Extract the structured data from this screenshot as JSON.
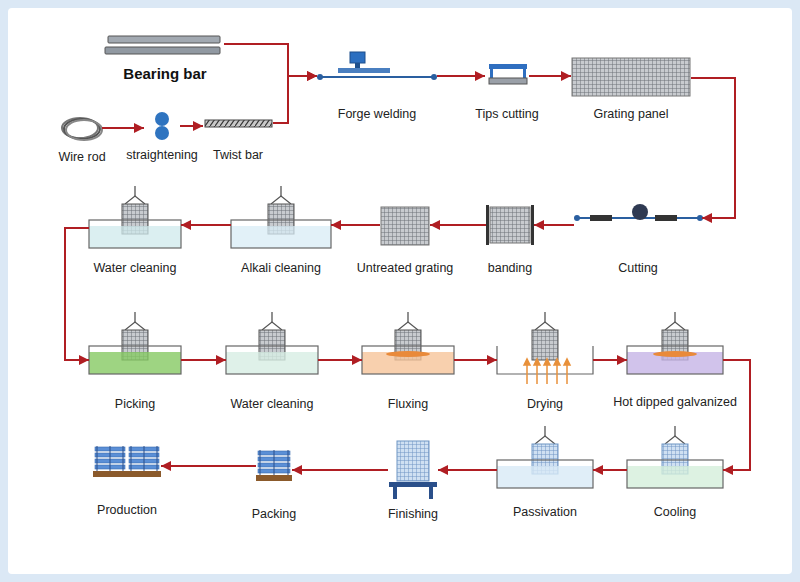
{
  "diagram": {
    "nodes": [
      {
        "text": [
          "Bearing bar"
        ]
      },
      {
        "text": [
          "Wire rod"
        ]
      },
      {
        "text": [
          "straightening"
        ]
      },
      {
        "text": [
          "Twist bar"
        ]
      },
      {
        "text": [
          "Forge welding"
        ]
      },
      {
        "text": [
          "Tips cutting"
        ]
      },
      {
        "text": [
          "Grating panel"
        ]
      },
      {
        "text": [
          "Cutting"
        ]
      },
      {
        "text": [
          "banding"
        ]
      },
      {
        "text": [
          "Untreated grating"
        ]
      },
      {
        "text": [
          "Alkali cleaning"
        ]
      },
      {
        "text": [
          "Water cleaning"
        ]
      },
      {
        "text": [
          "Picking"
        ]
      },
      {
        "text": [
          "Water cleaning"
        ]
      },
      {
        "text": [
          "Fluxing"
        ]
      },
      {
        "text": [
          "Drying"
        ]
      },
      {
        "text": [
          "Hot dipped galvanized"
        ]
      },
      {
        "text": [
          "Cooling"
        ]
      },
      {
        "text": [
          "Passivation"
        ]
      },
      {
        "text": [
          "Finishing"
        ]
      },
      {
        "text": [
          "Packing"
        ]
      },
      {
        "text": [
          "Production"
        ]
      }
    ],
    "edges": [
      {
        "from": 1,
        "to": 2,
        "arrow": "to"
      },
      {
        "from": 2,
        "to": 3,
        "arrow": "to"
      },
      {
        "from": 0,
        "to": 4,
        "arrow": "to"
      },
      {
        "from": 3,
        "to": 4,
        "arrow": "to"
      },
      {
        "from": 4,
        "to": 5,
        "arrow": "to"
      },
      {
        "from": 5,
        "to": 6,
        "arrow": "to"
      },
      {
        "from": 6,
        "to": 7,
        "arrow": "to"
      },
      {
        "from": 7,
        "to": 8,
        "arrow": "to"
      },
      {
        "from": 8,
        "to": 9,
        "arrow": "to"
      },
      {
        "from": 9,
        "to": 10,
        "arrow": "to"
      },
      {
        "from": 10,
        "to": 11,
        "arrow": "to"
      },
      {
        "from": 11,
        "to": 12,
        "arrow": "to"
      },
      {
        "from": 12,
        "to": 13,
        "arrow": "to"
      },
      {
        "from": 13,
        "to": 14,
        "arrow": "to"
      },
      {
        "from": 14,
        "to": 15,
        "arrow": "to"
      },
      {
        "from": 15,
        "to": 16,
        "arrow": "to"
      },
      {
        "from": 16,
        "to": 17,
        "arrow": "to"
      },
      {
        "from": 17,
        "to": 18,
        "arrow": "to"
      },
      {
        "from": 18,
        "to": 19,
        "arrow": "to"
      },
      {
        "from": 19,
        "to": 20,
        "arrow": "to"
      },
      {
        "from": 20,
        "to": 21,
        "arrow": "to"
      }
    ]
  }
}
